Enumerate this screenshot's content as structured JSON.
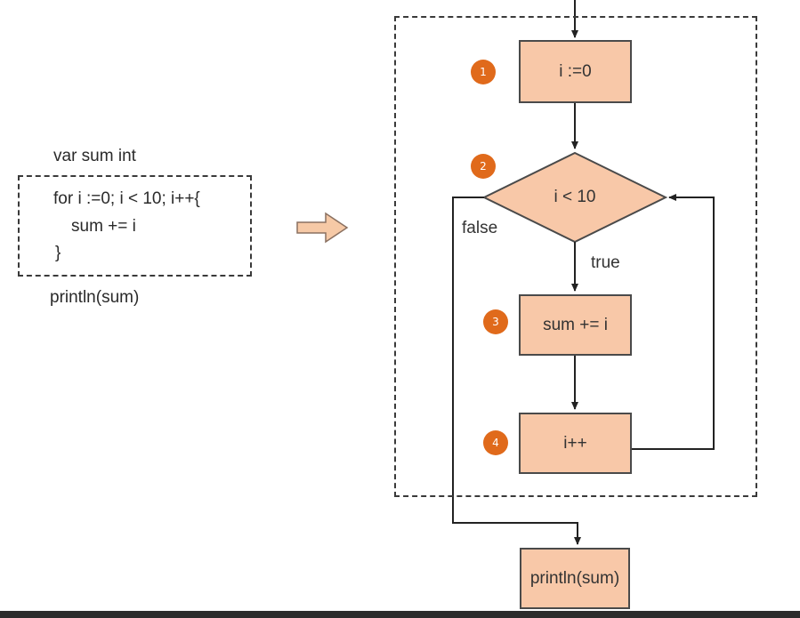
{
  "code": {
    "line1": "var sum int",
    "line2": "for i :=0; i < 10; i++{",
    "line3": "sum += i",
    "line4": "}",
    "line5": "println(sum)"
  },
  "flowchart": {
    "nodes": {
      "init": "i :=0",
      "condition": "i < 10",
      "body": "sum += i",
      "increment": "i++",
      "after": "println(sum)"
    },
    "badges": {
      "b1": "1",
      "b2": "2",
      "b3": "3",
      "b4": "4"
    },
    "labels": {
      "true_label": "true",
      "false_label": "false"
    }
  },
  "colors": {
    "node_fill": "#f8c8a8",
    "badge_fill": "#e06a1b",
    "arrow_fill": "#f6c9a6"
  }
}
